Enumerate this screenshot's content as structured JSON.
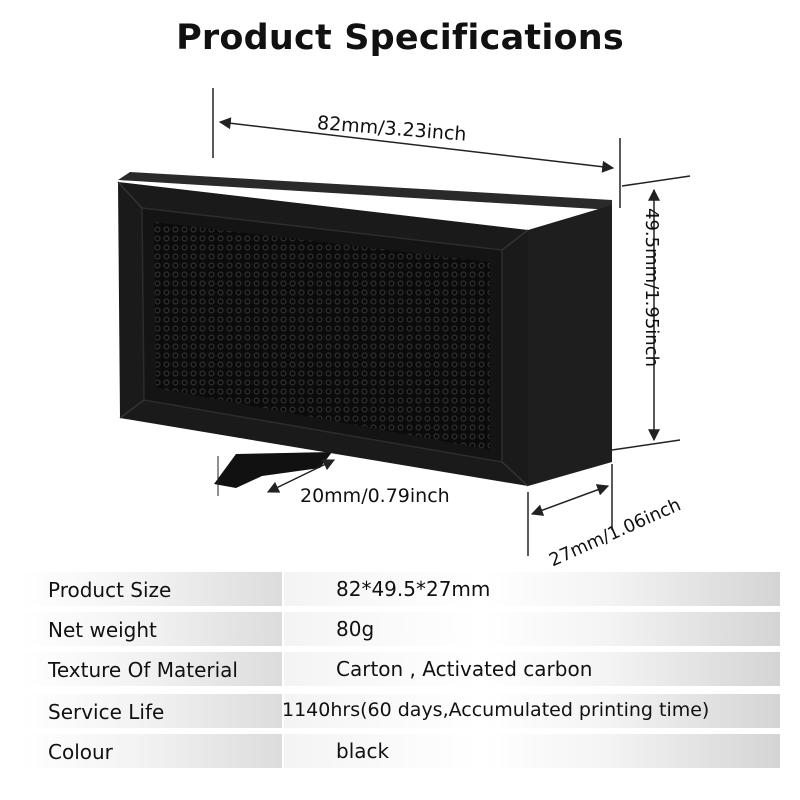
{
  "title": "Product Specifications",
  "dimensions": {
    "width": "82mm/3.23inch",
    "height": "49.5mm/1.95inch",
    "strap": "20mm/0.79inch",
    "depth": "27mm/1.06inch"
  },
  "specs": [
    {
      "label": "Product Size",
      "value": "82*49.5*27mm"
    },
    {
      "label": "Net weight",
      "value": "80g"
    },
    {
      "label": "Texture Of Material",
      "value": "Carton , Activated carbon"
    },
    {
      "label": "Service Life",
      "value": "1140hrs(60 days,Accumulated printing time)"
    },
    {
      "label": "Colour",
      "value": "black"
    }
  ],
  "colors": {
    "product": "#1c1c1c",
    "mesh": "#0d0d0d",
    "row_shade": "#d8d8d8"
  }
}
